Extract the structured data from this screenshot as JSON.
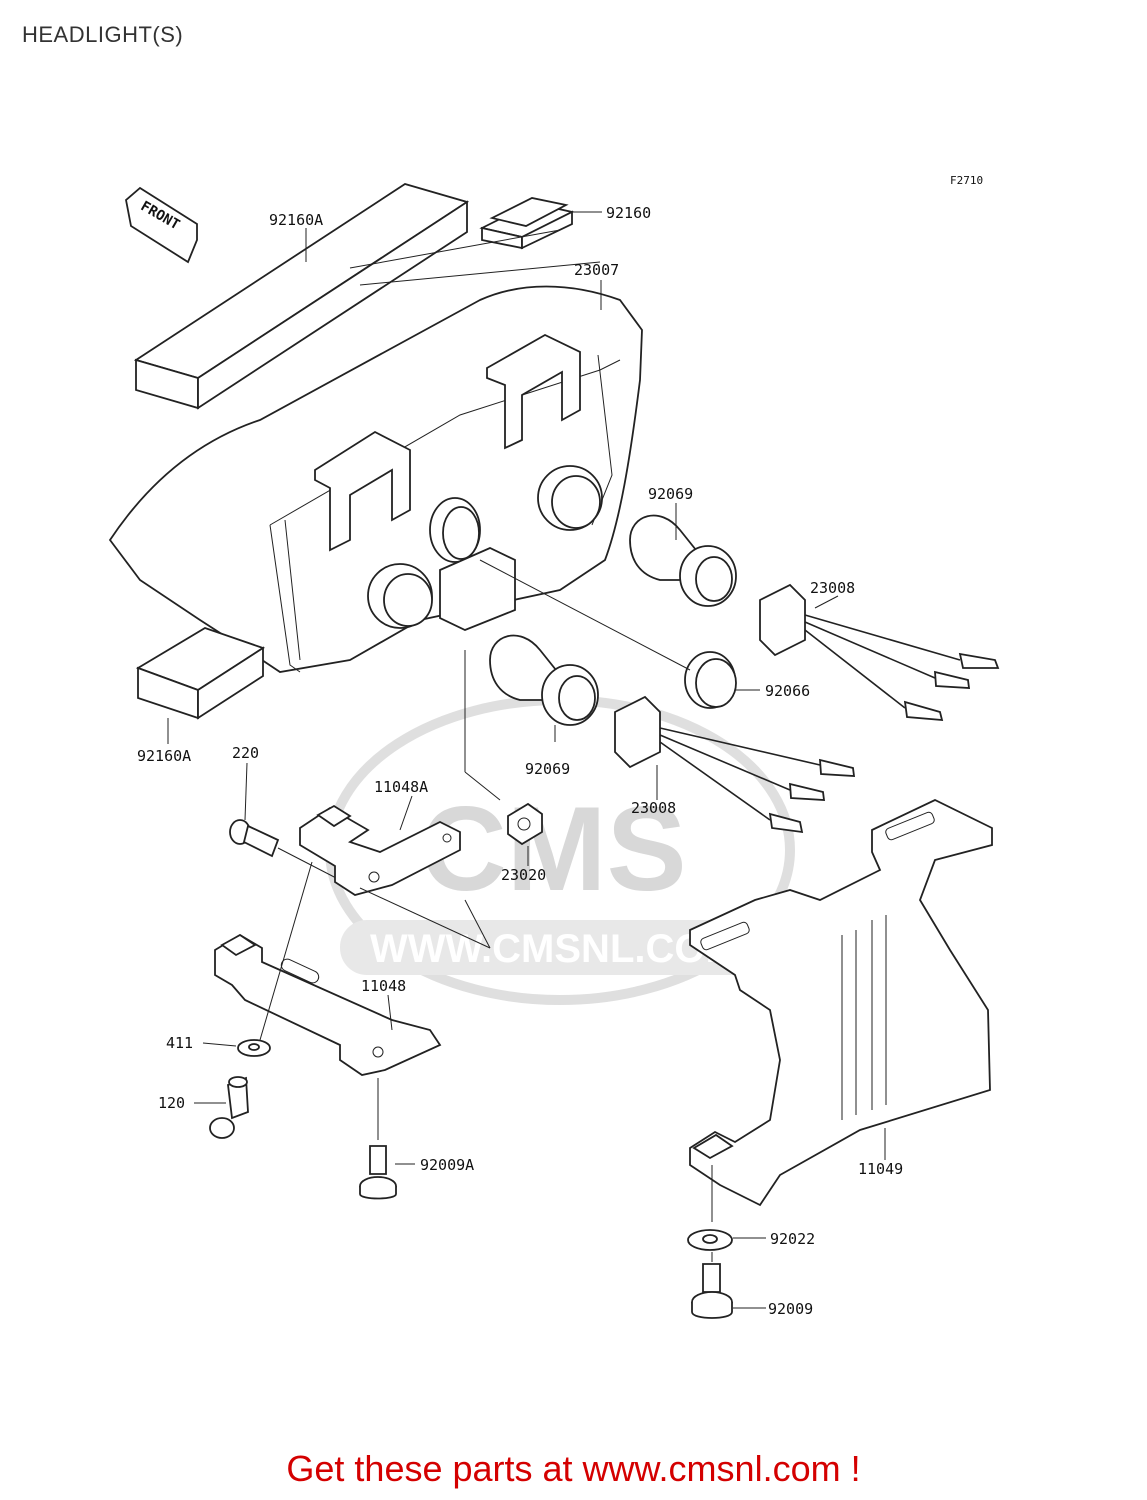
{
  "title": "HEADLIGHT(S)",
  "figure_code": "F2710",
  "front_label": "FRONT",
  "watermark": {
    "brand": "CMS",
    "url": "WWW.CMSNL.COM"
  },
  "parts": {
    "p92160A_top": "92160A",
    "p92160": "92160",
    "p23007": "23007",
    "p92069_a": "92069",
    "p23008_a": "23008",
    "p92066": "92066",
    "p92069_b": "92069",
    "p23008_b": "23008",
    "p92160A_bottom": "92160A",
    "p220": "220",
    "p11048A": "11048A",
    "p23020": "23020",
    "p11048": "11048",
    "p411": "411",
    "p120": "120",
    "p92009A": "92009A",
    "p11049": "11049",
    "p92022": "92022",
    "p92009": "92009"
  },
  "footer": "Get these parts at www.cmsnl.com !"
}
